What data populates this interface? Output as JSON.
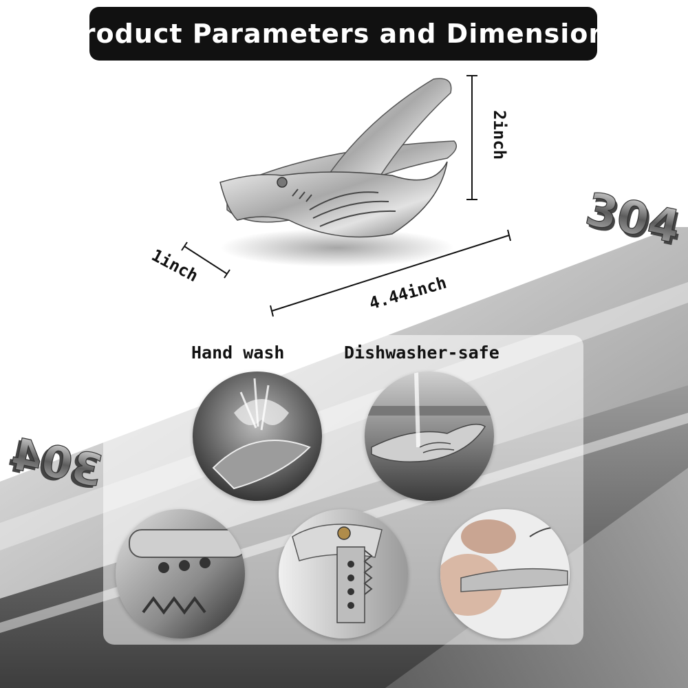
{
  "title": "Product Parameters and Dimensions",
  "dimensions": {
    "height": "2inch",
    "width": "1inch",
    "length": "4.44inch"
  },
  "care": {
    "hand_wash": "Hand wash",
    "dishwasher": "Dishwasher-safe"
  },
  "badge_text": "304",
  "colors": {
    "title_bg": "#111111",
    "title_text": "#ffffff",
    "steel_light": "#d8d8d8",
    "steel_dark": "#5a5a5a"
  }
}
